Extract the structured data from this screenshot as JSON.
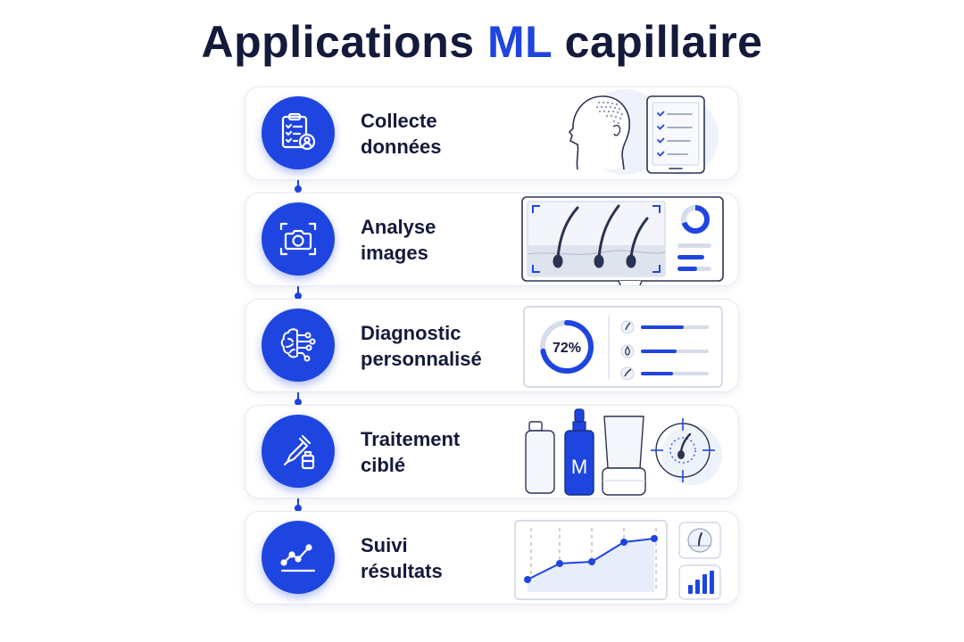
{
  "header": {
    "title_prefix": "Applications",
    "title_accent": "ML",
    "title_suffix": "capillaire"
  },
  "colors": {
    "accent": "#1f45e0",
    "text": "#141a3a",
    "card_border": "#e6e9f2"
  },
  "steps": [
    {
      "line1": "Collecte",
      "line2": "données",
      "icon": "clipboard-user-icon"
    },
    {
      "line1": "Analyse",
      "line2": "images",
      "icon": "camera-icon"
    },
    {
      "line1": "Diagnostic",
      "line2": "personnalisé",
      "icon": "brain-circuit-icon",
      "score": "72%",
      "score_fraction": 0.72
    },
    {
      "line1": "Traitement",
      "line2": "ciblé",
      "icon": "dropper-bottle-icon",
      "bottle_letter": "M"
    },
    {
      "line1": "Suivi",
      "line2": "résultats",
      "icon": "trend-line-icon"
    }
  ]
}
